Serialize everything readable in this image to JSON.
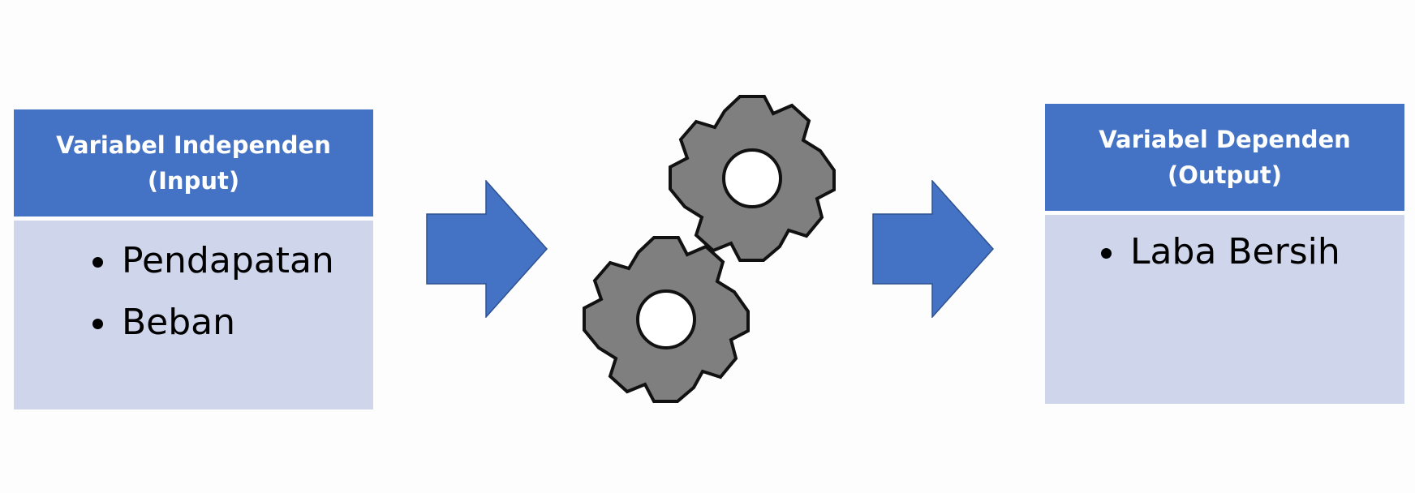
{
  "diagram": {
    "input_box": {
      "title_line1": "Variabel Independen",
      "title_line2": "(Input)",
      "items": [
        "Pendapatan",
        "Beban"
      ]
    },
    "process": {
      "icon": "gears-icon"
    },
    "output_box": {
      "title_line1": "Variabel Dependen",
      "title_line2": "(Output)",
      "items": [
        "Laba Bersih"
      ]
    },
    "colors": {
      "header_blue": "#4472c4",
      "body_lavender": "#cfd5ea",
      "arrow_blue": "#4472c4",
      "gear_gray": "#7f7f7f"
    }
  }
}
